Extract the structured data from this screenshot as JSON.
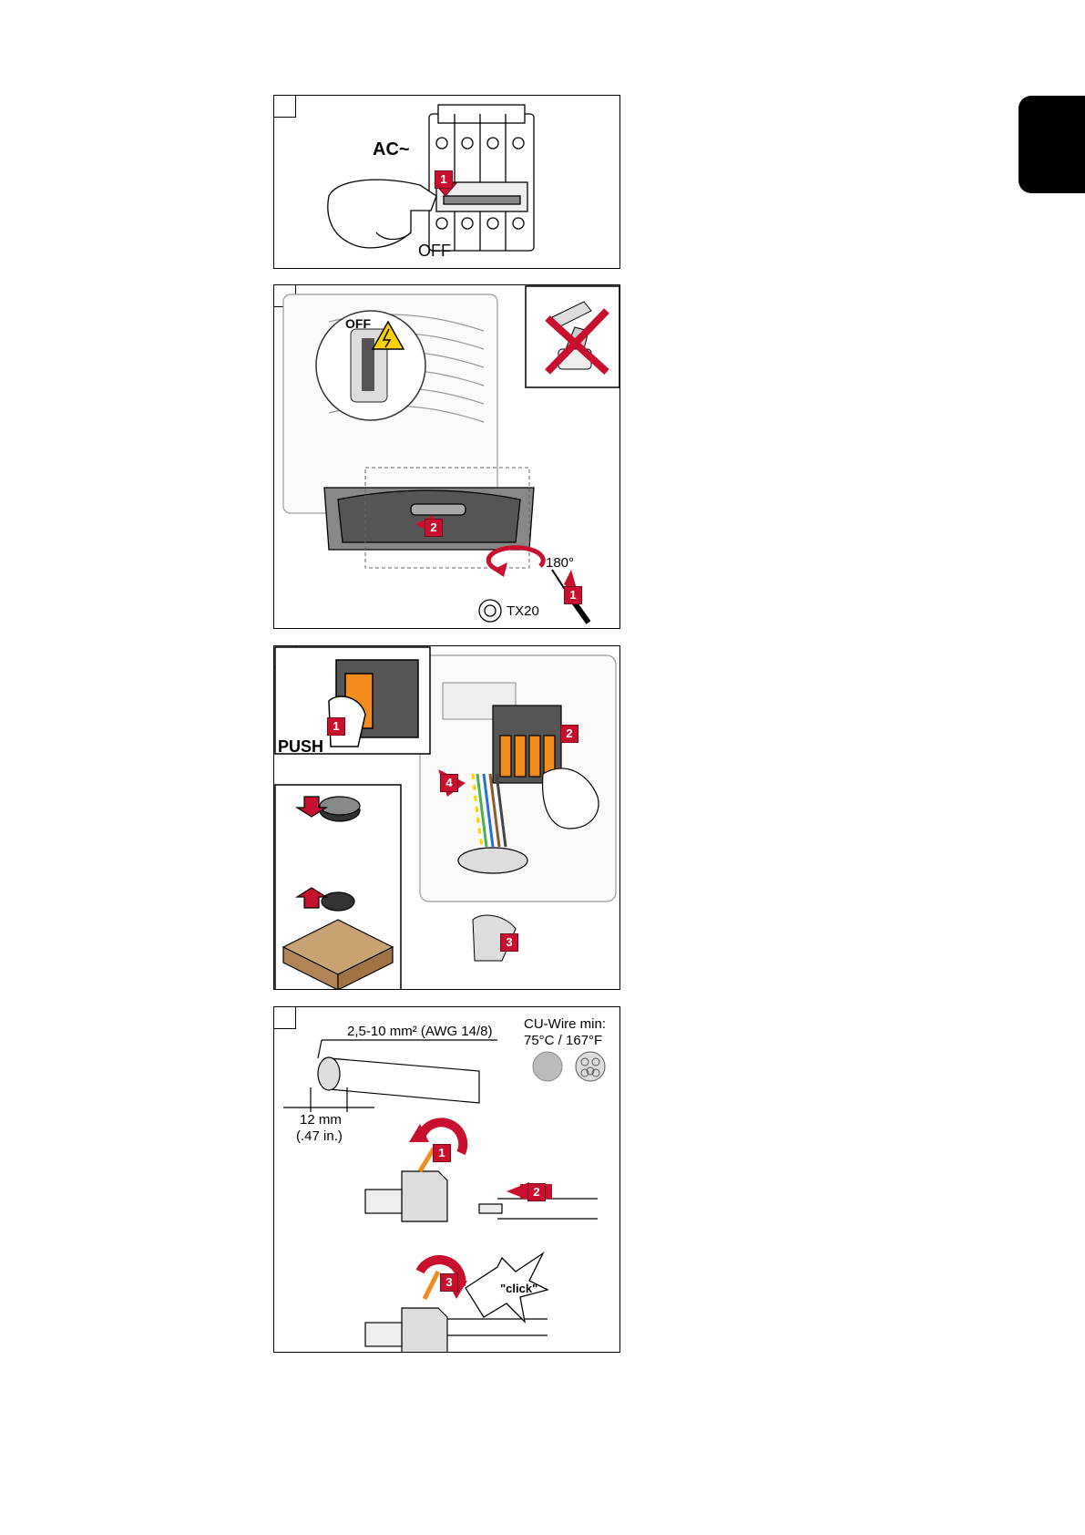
{
  "page": {
    "tab_color": "#000000",
    "accent_red": "#c8102e",
    "accent_orange": "#f28c1e"
  },
  "panel1": {
    "ac_label": "AC~",
    "off_label": "OFF",
    "step_badge": "1"
  },
  "panel2": {
    "off_label": "OFF",
    "rotation_label": "180°",
    "tool_label": "TX20",
    "step_badges": [
      "1",
      "2"
    ]
  },
  "panel3": {
    "push_label": "PUSH",
    "step_badges": [
      "1",
      "2",
      "3",
      "4"
    ]
  },
  "panel4": {
    "wire_spec": "2,5-10 mm² (AWG 14/8)",
    "cu_wire_line1": "CU-Wire min:",
    "cu_wire_line2": "75°C / 167°F",
    "strip_length_mm": "12 mm",
    "strip_length_in": "(.47 in.)",
    "click_label": "\"click\"",
    "step_badges": [
      "1",
      "2",
      "3"
    ]
  },
  "icons": [
    "circuit-breaker-icon",
    "hand-icon",
    "warning-lightning-icon",
    "torx-icon",
    "screwdriver-icon",
    "drill-crossed-icon",
    "ferrite-core-icon",
    "box-icon",
    "wire-solid-icon",
    "wire-stranded-icon",
    "connector-icon",
    "click-star-icon"
  ]
}
